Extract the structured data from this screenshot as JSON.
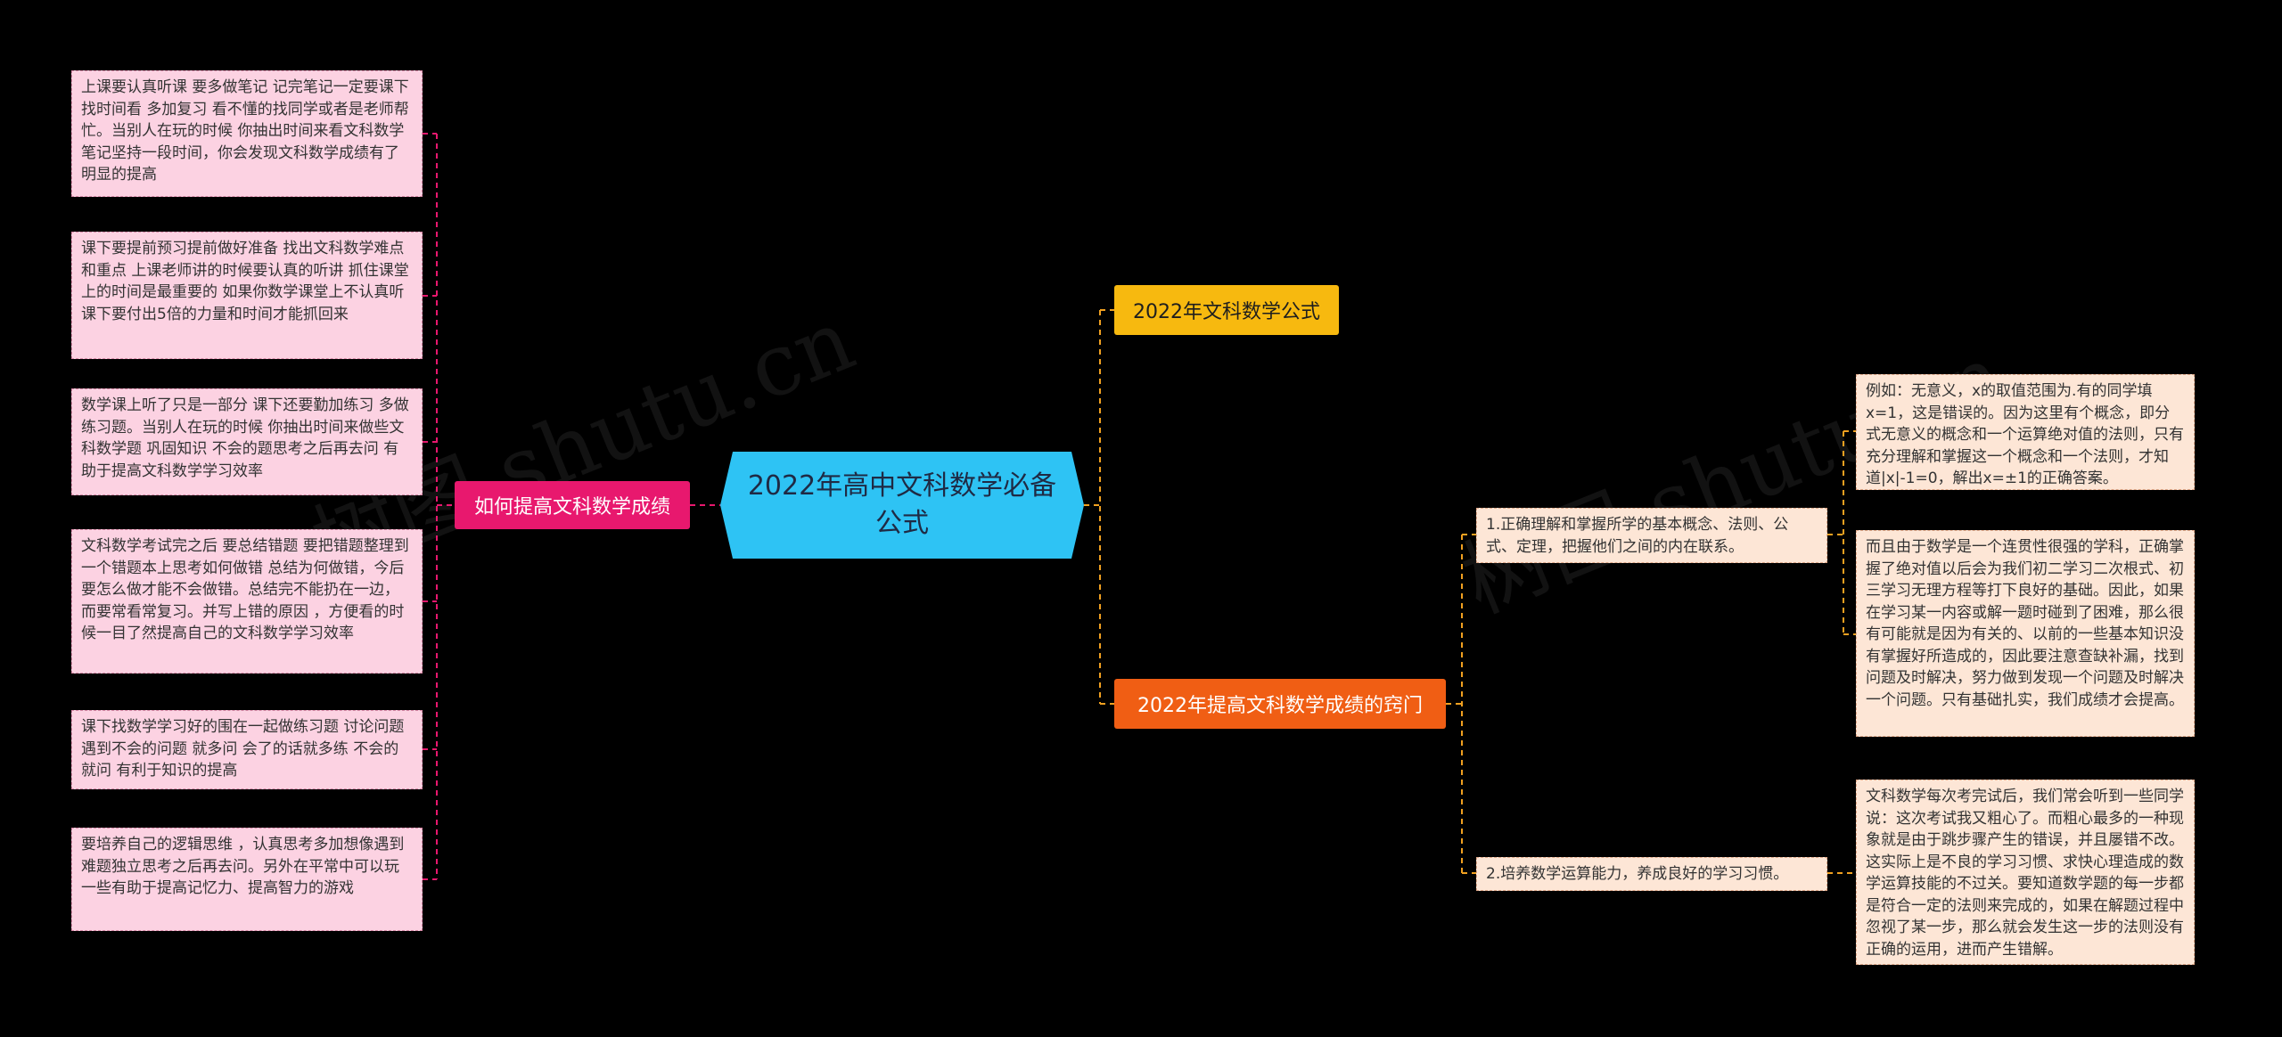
{
  "center": {
    "title": "2022年高中文科数学必备公式"
  },
  "branches": {
    "left": {
      "label": "如何提高文科数学成绩"
    },
    "top": {
      "label": "2022年文科数学公式"
    },
    "bottom": {
      "label": "2022年提高文科数学成绩的窍门"
    }
  },
  "left_items": [
    "上课要认真听课 要多做笔记 记完笔记一定要课下找时间看 多加复习 看不懂的找同学或者是老师帮忙。当别人在玩的时候 你抽出时间来看文科数学笔记坚持一段时间，你会发现文科数学成绩有了明显的提高",
    "课下要提前预习提前做好准备 找出文科数学难点和重点 上课老师讲的时候要认真的听讲 抓住课堂上的时间是最重要的 如果你数学课堂上不认真听 课下要付出5倍的力量和时间才能抓回来",
    "数学课上听了只是一部分 课下还要勤加练习 多做练习题。当别人在玩的时候 你抽出时间来做些文科数学题 巩固知识 不会的题思考之后再去问 有助于提高文科数学学习效率",
    "文科数学考试完之后 要总结错题 要把错题整理到一个错题本上思考如何做错 总结为何做错，今后要怎么做才能不会做错。总结完不能扔在一边，而要常看常复习。并写上错的原因 ，方便看的时候一目了然提高自己的文科数学学习效率",
    "课下找数学学习好的围在一起做练习题 讨论问题 遇到不会的问题 就多问 会了的话就多练 不会的就问 有利于知识的提高",
    "要培养自己的逻辑思维 ，认真思考多加想像遇到难题独立思考之后再去问。另外在平常中可以玩一些有助于提高记忆力、提高智力的游戏"
  ],
  "right_subs": [
    {
      "label": "1.正确理解和掌握所学的基本概念、法则、公式、定理，把握他们之间的内在联系。",
      "details": [
        "例如：无意义，x的取值范围为.有的同学填x=1，这是错误的。因为这里有个概念，即分式无意义的概念和一个运算绝对值的法则，只有充分理解和掌握这一个概念和一个法则，才知道|x|-1=0，解出x=±1的正确答案。",
        "而且由于数学是一个连贯性很强的学科，正确掌握了绝对值以后会为我们初二学习二次根式、初三学习无理方程等打下良好的基础。因此，如果在学习某一内容或解一题时碰到了困难，那么很有可能就是因为有关的、以前的一些基本知识没有掌握好所造成的，因此要注意查缺补漏，找到问题及时解决，努力做到发现一个问题及时解决一个问题。只有基础扎实，我们成绩才会提高。"
      ]
    },
    {
      "label": "2.培养数学运算能力，养成良好的学习习惯。",
      "details": [
        "文科数学每次考完试后，我们常会听到一些同学说：这次考试我又粗心了。而粗心最多的一种现象就是由于跳步骤产生的错误，并且屡错不改。这实际上是不良的学习习惯、求快心理造成的数学运算技能的不过关。要知道数学题的每一步都是符合一定的法则来完成的，如果在解题过程中忽视了某一步，那么就会发生这一步的法则没有正确的运用，进而产生错解。"
      ]
    }
  ],
  "watermark": "树图 shutu.cn",
  "colors": {
    "background": "#000000",
    "center": "#2ec3f4",
    "left_branch": "#e8186e",
    "top_branch": "#f7b90f",
    "bottom_branch": "#f05e14",
    "leaf": "#fcd2e2",
    "sub": "#fde6d6",
    "connector_left": "#e8186e",
    "connector_right": "#f0a020"
  }
}
